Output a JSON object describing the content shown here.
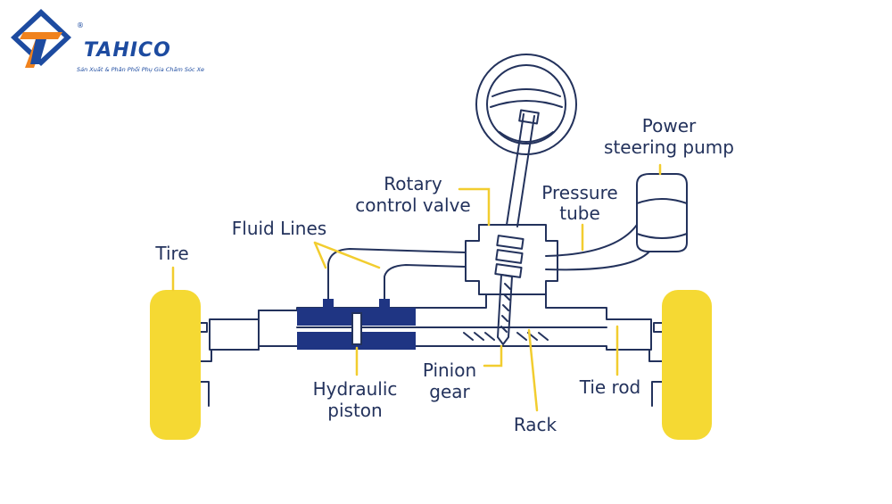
{
  "logo": {
    "brand": "TAHICO",
    "registered_mark": "®",
    "tagline": "Sản Xuất & Phân Phối Phụ Gia Chăm Sóc Xe"
  },
  "labels": {
    "tire": "Tire",
    "fluid_lines": "Fluid Lines",
    "rotary_line1": "Rotary",
    "rotary_line2": "control valve",
    "pump_line1": "Power",
    "pump_line2": "steering pump",
    "pressure_line1": "Pressure",
    "pressure_line2": "tube",
    "hydraulic_line1": "Hydraulic",
    "hydraulic_line2": "piston",
    "pinion_line1": "Pinion",
    "pinion_line2": "gear",
    "rack": "Rack",
    "tie_rod": "Tie rod"
  },
  "colors": {
    "outline": "#23325c",
    "tire": "#f5d933",
    "leader": "#f2cd2f",
    "piston": "#1f3583",
    "brand_blue": "#1d4ba0",
    "brand_orange": "#f0821e"
  }
}
